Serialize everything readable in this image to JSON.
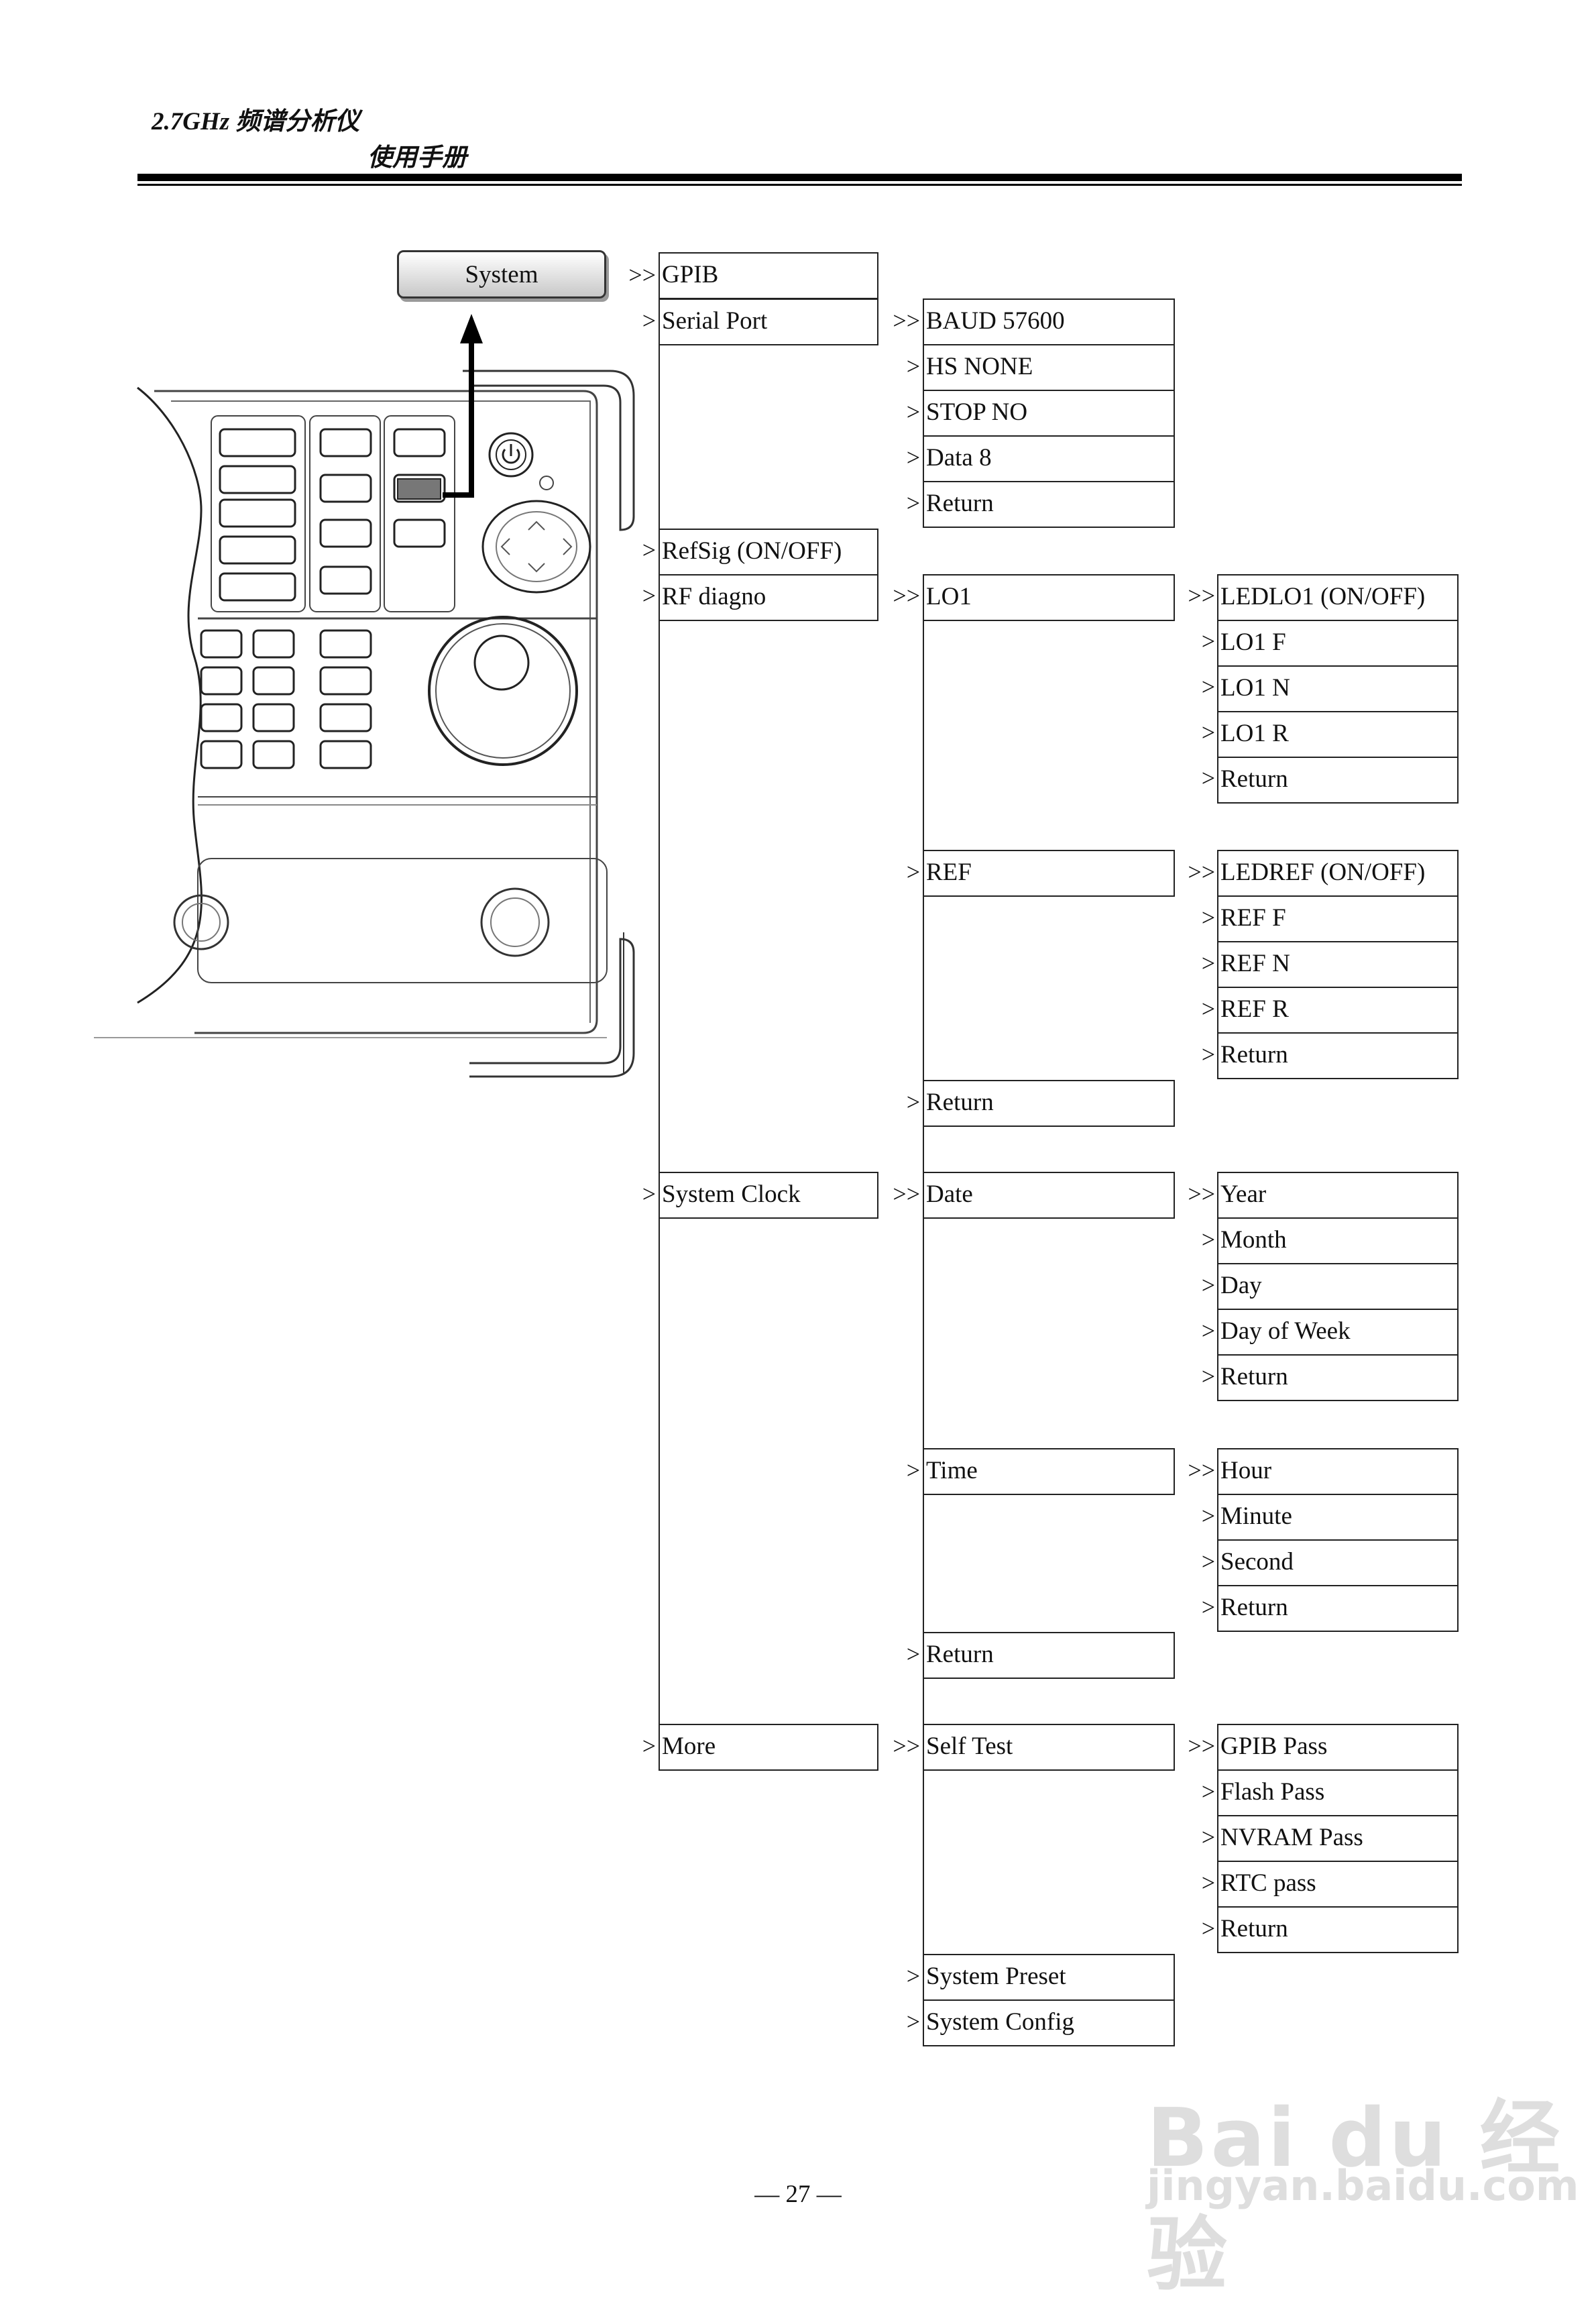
{
  "header": {
    "title": "2.7GHz 频谱分析仪",
    "subtitle": "使用手册"
  },
  "system_button": "System",
  "menu": {
    "level1": [
      {
        "id": "gpib",
        "label": "GPIB",
        "prefix": ">>"
      },
      {
        "id": "serial-port",
        "label": "Serial Port",
        "prefix": ">"
      },
      {
        "id": "refsig",
        "label": "RefSig (ON/OFF)",
        "prefix": ">"
      },
      {
        "id": "rf-diagno",
        "label": "RF diagno",
        "prefix": ">"
      },
      {
        "id": "system-clock",
        "label": "System Clock",
        "prefix": ">"
      },
      {
        "id": "more",
        "label": "More",
        "prefix": ">"
      }
    ],
    "serial_port": [
      {
        "label": "BAUD 57600",
        "prefix": ">>"
      },
      {
        "label": "HS NONE",
        "prefix": ">"
      },
      {
        "label": "STOP NO",
        "prefix": ">"
      },
      {
        "label": "Data 8",
        "prefix": ">"
      },
      {
        "label": "Return",
        "prefix": ">"
      }
    ],
    "rf_diagno": [
      {
        "label": "LO1",
        "prefix": ">>"
      },
      {
        "label": "REF",
        "prefix": ">"
      },
      {
        "label": "Return",
        "prefix": ">"
      }
    ],
    "lo1": [
      {
        "label": "LEDLO1 (ON/OFF)",
        "prefix": ">>"
      },
      {
        "label": "LO1 F",
        "prefix": ">"
      },
      {
        "label": "LO1 N",
        "prefix": ">"
      },
      {
        "label": "LO1 R",
        "prefix": ">"
      },
      {
        "label": "Return",
        "prefix": ">"
      }
    ],
    "ref": [
      {
        "label": "LEDREF (ON/OFF)",
        "prefix": ">>"
      },
      {
        "label": "REF F",
        "prefix": ">"
      },
      {
        "label": "REF N",
        "prefix": ">"
      },
      {
        "label": "REF R",
        "prefix": ">"
      },
      {
        "label": "Return",
        "prefix": ">"
      }
    ],
    "system_clock": [
      {
        "label": "Date",
        "prefix": ">>"
      },
      {
        "label": "Time",
        "prefix": ">"
      },
      {
        "label": "Return",
        "prefix": ">"
      }
    ],
    "date": [
      {
        "label": "Year",
        "prefix": ">>"
      },
      {
        "label": "Month",
        "prefix": ">"
      },
      {
        "label": "Day",
        "prefix": ">"
      },
      {
        "label": "Day of Week",
        "prefix": ">"
      },
      {
        "label": "Return",
        "prefix": ">"
      }
    ],
    "time": [
      {
        "label": "Hour",
        "prefix": ">>"
      },
      {
        "label": "Minute",
        "prefix": ">"
      },
      {
        "label": "Second",
        "prefix": ">"
      },
      {
        "label": "Return",
        "prefix": ">"
      }
    ],
    "more": [
      {
        "label": "Self Test",
        "prefix": ">>"
      },
      {
        "label": "System Preset",
        "prefix": ">"
      },
      {
        "label": "System Config",
        "prefix": ">"
      }
    ],
    "self_test": [
      {
        "label": "GPIB Pass",
        "prefix": ">>"
      },
      {
        "label": "Flash Pass",
        "prefix": ">"
      },
      {
        "label": "NVRAM Pass",
        "prefix": ">"
      },
      {
        "label": "RTC pass",
        "prefix": ">"
      },
      {
        "label": "Return",
        "prefix": ">"
      }
    ]
  },
  "page_number": "— 27 —",
  "watermark": {
    "brand": "Bai du 经验",
    "url": "jingyan.baidu.com"
  }
}
